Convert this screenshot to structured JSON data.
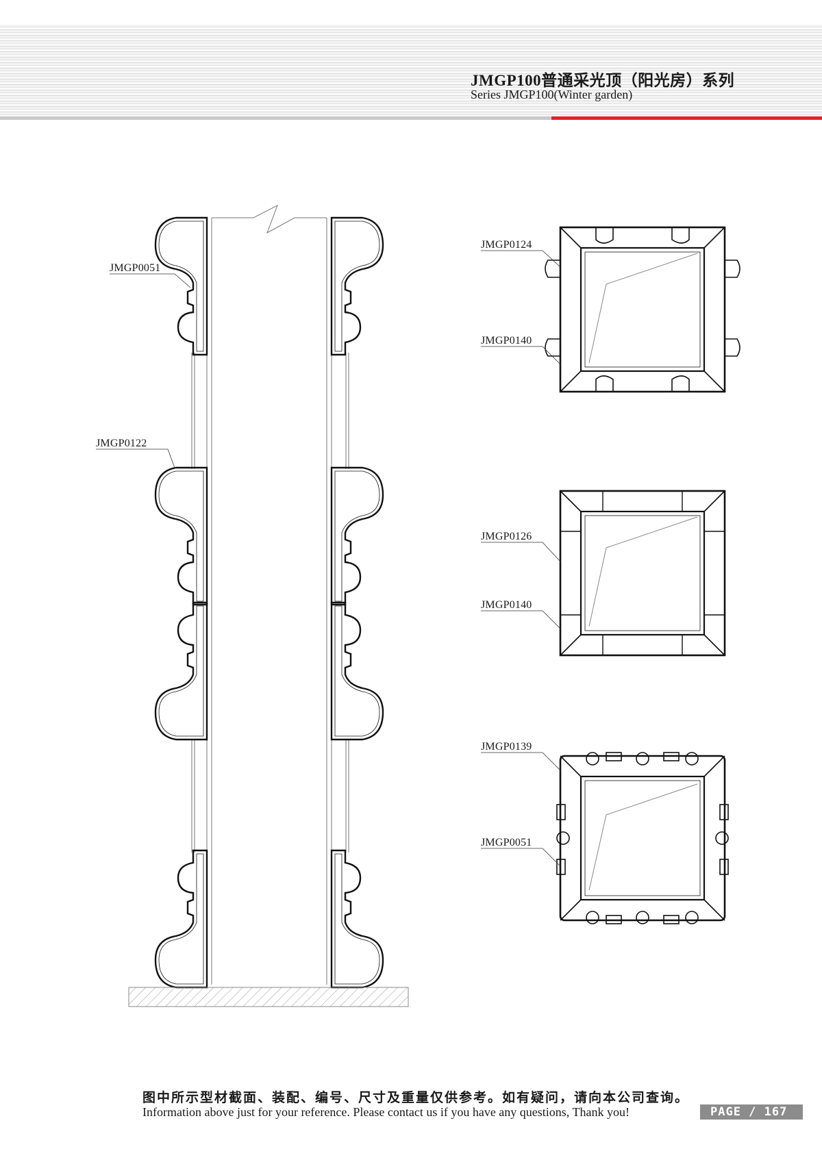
{
  "header": {
    "title_cn": "JMGP100普通采光顶（阳光房）系列",
    "title_en": "Series JMGP100(Winter garden)"
  },
  "labels": {
    "elevation_top": "JMGP0051",
    "elevation_mid": "JMGP0122",
    "sq1_top": "JMGP0124",
    "sq1_bottom": "JMGP0140",
    "sq2_top": "JMGP0126",
    "sq2_bottom": "JMGP0140",
    "sq3_top": "JMGP0139",
    "sq3_bottom": "JMGP0051"
  },
  "footer": {
    "note_cn": "图中所示型材截面、装配、编号、尺寸及重量仅供参考。如有疑问，请向本公司查询。",
    "note_en": "Information above just for your reference. Please contact us if you have any questions, Thank you!",
    "page": "PAGE / 167"
  },
  "colors": {
    "accent_red": "#e0232b",
    "page_tab": "#8c8c8c"
  }
}
